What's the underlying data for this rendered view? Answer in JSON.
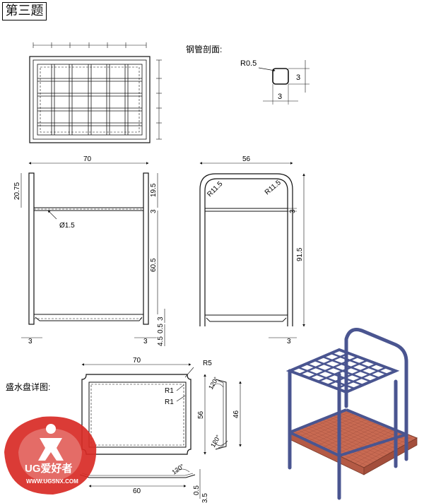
{
  "title": "第三题",
  "labels": {
    "section_pipe": "钢管剖面:",
    "section_tray": "盛水盘详图:"
  },
  "pipe_section": {
    "radius": "R0.5",
    "height": "3",
    "width": "3"
  },
  "front_view": {
    "width": "70",
    "top_offset": "20.75",
    "top_height": "19.5",
    "thickness_a": "3",
    "mid_height": "60.5",
    "thickness_b": "3",
    "bottom_a": "0.5",
    "bottom_b": "4.5",
    "leg_left": "3",
    "leg_right": "3",
    "wire_dia": "Ø1.5"
  },
  "side_view": {
    "width": "56",
    "radius_left": "R11.5",
    "radius_right": "R11.5",
    "thickness": "3",
    "height": "91.5",
    "leg": "3"
  },
  "tray_view": {
    "width": "70",
    "corner_r": "R5",
    "r1_a": "R1",
    "r1_b": "R1",
    "height": "56",
    "inner_height": "46",
    "angle_a": "120°",
    "angle_b": "120°",
    "angle_c": "120°",
    "bottom_width": "60",
    "t1": "0.5",
    "t2": "3.5"
  },
  "watermark": {
    "brand": "UG爱好者",
    "url": "WWW.UGSNX.COM"
  },
  "colors": {
    "frame": "#4a5590",
    "tray": "#c86a52",
    "line": "#111111"
  }
}
